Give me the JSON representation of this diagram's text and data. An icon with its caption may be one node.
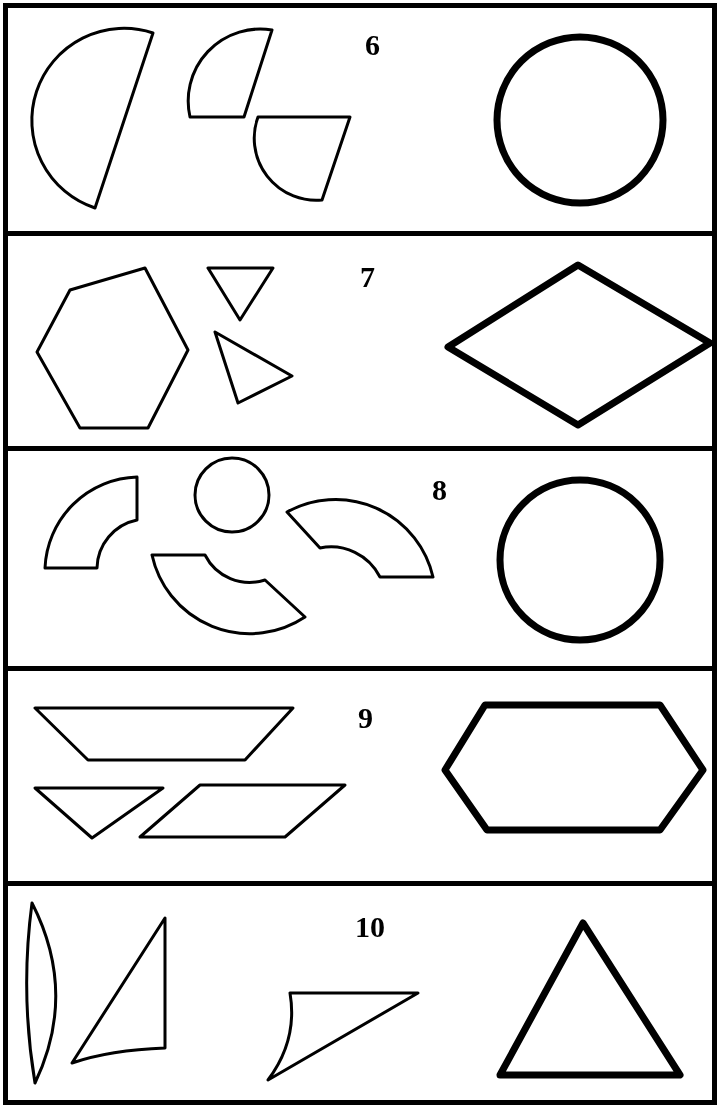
{
  "diagram": {
    "nodes": [
      {
        "text": [
          "6"
        ]
      },
      {
        "text": [
          "7"
        ]
      },
      {
        "text": [
          "8"
        ]
      },
      {
        "text": [
          "9"
        ]
      },
      {
        "text": [
          "10"
        ]
      }
    ]
  }
}
